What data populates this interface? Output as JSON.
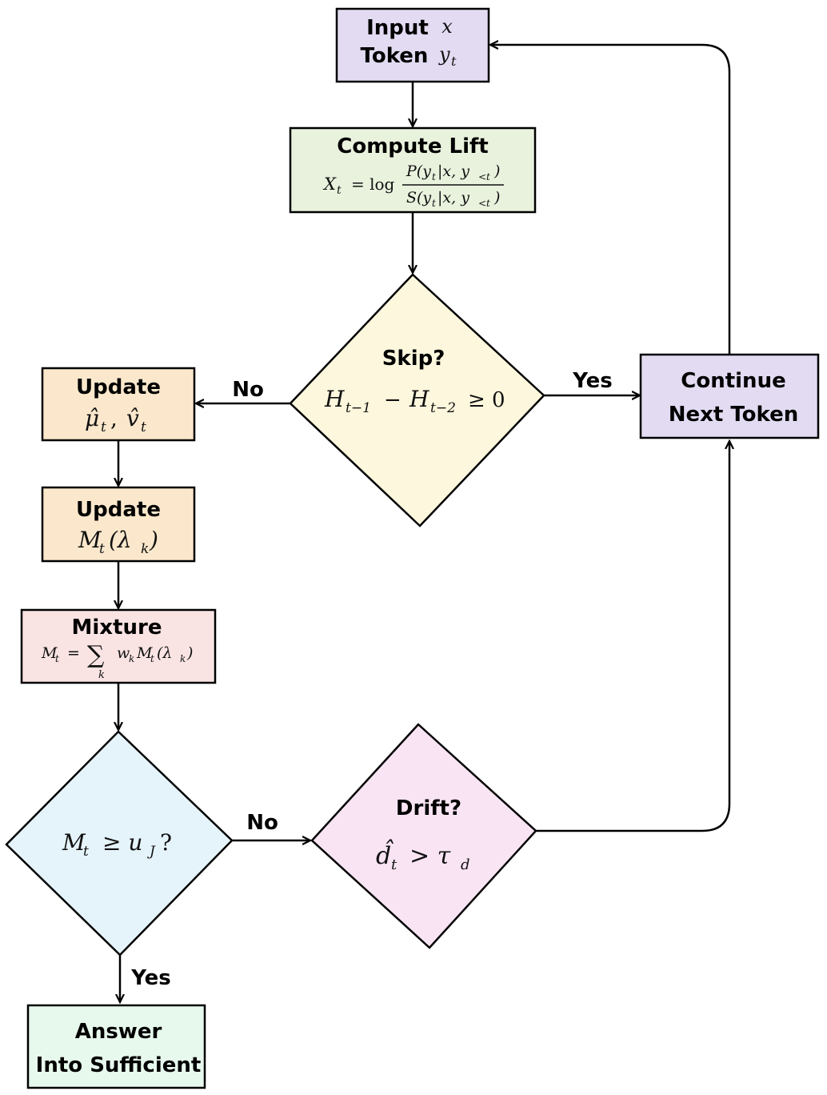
{
  "nodes": {
    "input_token": {
      "line1": "Input",
      "line1_math": "x",
      "line2": "Token",
      "line2_math": "y",
      "line2_math_sub": "t"
    },
    "compute_lift": {
      "title": "Compute Lift",
      "formula_lhs": "X",
      "formula_lhs_sub": "t",
      "formula_eq": "= log",
      "formula_num": "P(y",
      "formula_num_rest": "|x, y",
      "formula_num_tail": ")",
      "formula_den": "S(y",
      "formula_den_rest": "|x, y",
      "formula_den_tail": ")",
      "sub_t": "t",
      "sub_lt": "<t"
    },
    "skip": {
      "title": "Skip?",
      "formula_a": "H",
      "formula_a_sub": "t−1",
      "formula_minus": "−",
      "formula_b": "H",
      "formula_b_sub": "t−2",
      "formula_rest": "≥ 0"
    },
    "continue_next": {
      "line1": "Continue",
      "line2": "Next Token"
    },
    "update_moments": {
      "title": "Update",
      "mu": "μ̂",
      "sub_t": "t",
      "comma": ",",
      "v": "v̂"
    },
    "update_m": {
      "title": "Update",
      "m": "M",
      "sub_t": "t",
      "lambda_open": "(λ",
      "sub_k": "k",
      "close": ")"
    },
    "mixture": {
      "title": "Mixture",
      "lhs": "M",
      "sub_t": "t",
      "eq": "=",
      "sigma": "∑",
      "sigma_sub": "k",
      "w": "w",
      "sub_k": "k",
      "m": "M",
      "lambda_open": "(λ",
      "close": ")"
    },
    "threshold": {
      "m": "M",
      "sub_t": "t",
      "geq": "≥ u",
      "sub_j": "J",
      "q": "?"
    },
    "drift": {
      "title": "Drift?",
      "d": "d̂",
      "sub_t": "t",
      "gt": "> τ",
      "sub_d": "d"
    },
    "answer": {
      "line1": "Answer",
      "line2": "Into Sufficient"
    }
  },
  "edge_labels": {
    "skip_no": "No",
    "skip_yes": "Yes",
    "threshold_no": "No",
    "threshold_yes": "Yes"
  },
  "colors": {
    "input_fill": "#e2dbf2",
    "compute_fill": "#e9f2dd",
    "skip_fill": "#fdf7dd",
    "continue_fill": "#e2dbf2",
    "update_fill": "#fbe8cc",
    "mixture_fill": "#f9e3e3",
    "threshold_fill": "#e5f4fb",
    "drift_fill": "#f8e4f3",
    "answer_fill": "#e7f8ec"
  }
}
